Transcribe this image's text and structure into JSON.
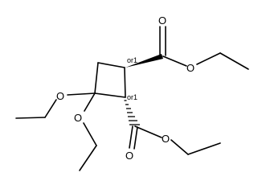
{
  "molecule": {
    "atom_labels": {
      "carbonyl_o_top": "O",
      "ester_o_top": "O",
      "carbonyl_o_bottom": "O",
      "ester_o_bottom": "O",
      "ethoxy_o_left": "O",
      "ethoxy_o_lower": "O"
    },
    "stereo_labels": {
      "c1": "or1",
      "c2": "or1"
    }
  }
}
